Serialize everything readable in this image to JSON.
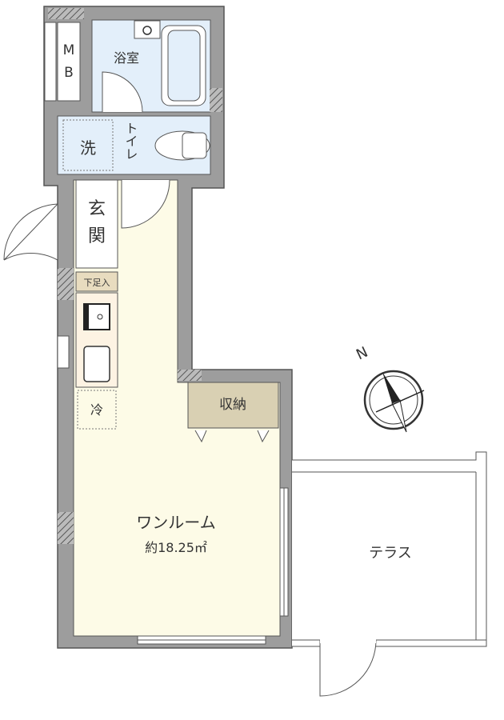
{
  "rooms": {
    "mb": "MB",
    "bathroom": "浴室",
    "washer": "洗",
    "toilet": "トイレ",
    "entrance": "玄関",
    "shoe_cabinet": "下足入",
    "fridge": "冷",
    "storage": "収納",
    "main_room": "ワンルーム",
    "main_room_area": "約18.25㎡",
    "terrace": "テラス"
  },
  "compass": {
    "label": "N"
  },
  "colors": {
    "wall": "#9d9d9d",
    "outline": "#555555",
    "room": "#fdfbe7",
    "wet_area": "#e3effa",
    "storage": "#d9d0b3"
  }
}
